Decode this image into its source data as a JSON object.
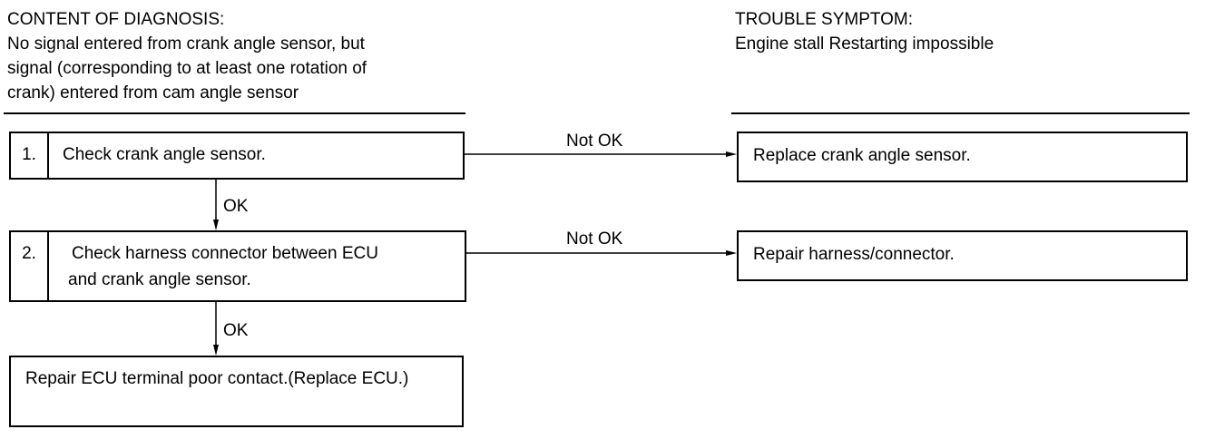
{
  "header": {
    "diagnosis_title": "CONTENT OF DIAGNOSIS:",
    "diagnosis_lines": [
      "No signal entered from crank angle sensor, but",
      "signal (corresponding to at least one rotation of",
      "crank) entered from cam angle sensor"
    ],
    "symptom_title": "TROUBLE SYMPTOM:",
    "symptom_text": "Engine stall Restarting impossible"
  },
  "steps": [
    {
      "number": "1.",
      "lines": [
        "Check crank angle sensor."
      ],
      "not_ok_label": "Not OK",
      "action": "Replace crank angle sensor.",
      "ok_label": "OK"
    },
    {
      "number": "2.",
      "lines": [
        "Check harness connector between ECU",
        "and crank angle sensor."
      ],
      "not_ok_label": "Not OK",
      "action": "Repair harness/connector.",
      "ok_label": "OK"
    }
  ],
  "final": {
    "text": "Repair ECU terminal poor contact.(Replace ECU.)"
  }
}
